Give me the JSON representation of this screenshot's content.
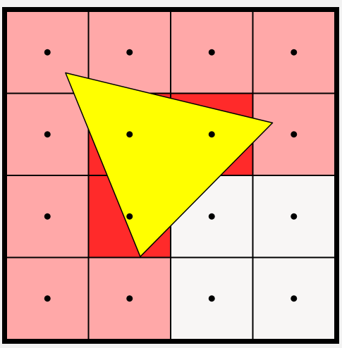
{
  "grid": {
    "rows": 4,
    "cols": 4,
    "cells": [
      [
        "light",
        "light",
        "light",
        "light"
      ],
      [
        "light",
        "dark",
        "dark",
        "light"
      ],
      [
        "light",
        "dark",
        "empty",
        "empty"
      ],
      [
        "light",
        "light",
        "empty",
        "empty"
      ]
    ]
  },
  "triangle": {
    "vertices_in_cell_units": [
      [
        0.72,
        0.75
      ],
      [
        3.24,
        1.36
      ],
      [
        1.63,
        2.99
      ]
    ]
  },
  "colors": {
    "background": "#f2f2f2",
    "frame": "#000000",
    "grid_line": "#000000",
    "light": "#ffa8a8",
    "dark": "#ff2a2a",
    "empty": "#f8f6f5",
    "triangle_fill": "#ffff00",
    "triangle_stroke": "#000000",
    "sample_dot": "#000000"
  }
}
